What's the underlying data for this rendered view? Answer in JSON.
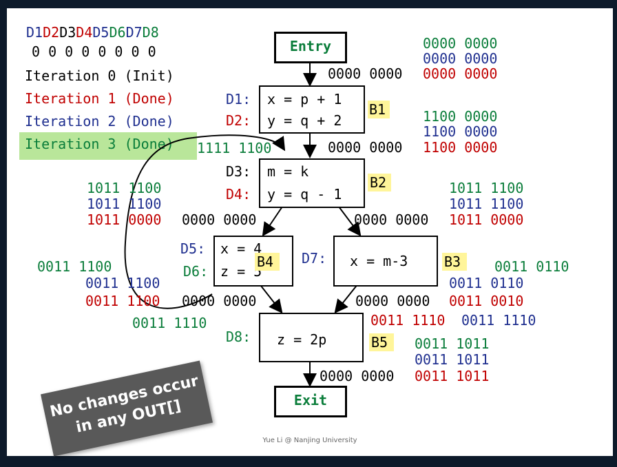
{
  "header": {
    "defs": [
      "D1",
      "D2",
      "D3",
      "D4",
      "D5",
      "D6",
      "D7",
      "D8"
    ],
    "init_bits": "0 0 0 0 0 0 0 0",
    "iterations": [
      "Iteration 0 (Init)",
      "Iteration 1 (Done)",
      "Iteration 2 (Done)",
      "Iteration 3 (Done)"
    ]
  },
  "nodes": {
    "entry": "Entry",
    "exit": "Exit",
    "b1": {
      "label": "B1",
      "d1": "D1:",
      "s1": "x = p + 1",
      "d2": "D2:",
      "s2": "y = q + 2"
    },
    "b2": {
      "label": "B2",
      "d3": "D3:",
      "s1": "m = k",
      "d4": "D4:",
      "s2": "y = q - 1"
    },
    "b4": {
      "label": "B4",
      "d5": "D5:",
      "s1": "x = 4",
      "d6": "D6:",
      "s2": "z = 5"
    },
    "b3": {
      "label": "B3",
      "d7": "D7:",
      "s1": "x = m-3"
    },
    "b5": {
      "label": "B5",
      "d8": "D8:",
      "s1": "z = 2p"
    }
  },
  "values": {
    "entry_out_green": "0000 0000",
    "entry_out_blue": "0000 0000",
    "entry_out_red": "0000 0000",
    "b1_in_black": "0000 0000",
    "b1_out_green": "1100 0000",
    "b1_out_blue": "1100 0000",
    "b2_in_curve": "1111 1100",
    "b2_in_black": "0000 0000",
    "b2_in_red": "1100 0000",
    "b2_out_left_green": "1011 1100",
    "b2_out_left_blue": "1011 1100",
    "b2_out_left_red": "1011 0000",
    "b2_out_left_black": "0000 0000",
    "b2_out_right_black": "0000 0000",
    "b2_out_right_red": "1011 0000",
    "b2_out_right_green": "1011 1100",
    "b2_out_right_blue": "1011 1100",
    "b4_out_green": "0011 1100",
    "b4_out_blue": "0011 1100",
    "b4_out_red": "0011 1100",
    "b4_out_black": "0000 0000",
    "b4_back_green": "0011 1110",
    "b3_out_green": "0011 0110",
    "b3_out_blue": "0011 0110",
    "b3_out_black": "0000 0000",
    "b3_out_red": "0011 0010",
    "b5_in_red": "0011 1110",
    "b5_in_blue": "0011 1110",
    "b5_out_green": "0011 1011",
    "b5_out_blue": "0011 1011",
    "b5_out_black": "0000 0000",
    "b5_out_red": "0011 1011"
  },
  "note": {
    "line1": "No changes occur",
    "line2": "in any OUT[]"
  },
  "footer": "Yue Li @ Nanjing University",
  "colors": {
    "iter0": "#000000",
    "iter1": "#c00000",
    "iter2": "#1f2f8f",
    "iter3": "#0a7d3a",
    "highlight": "#fff59a"
  }
}
